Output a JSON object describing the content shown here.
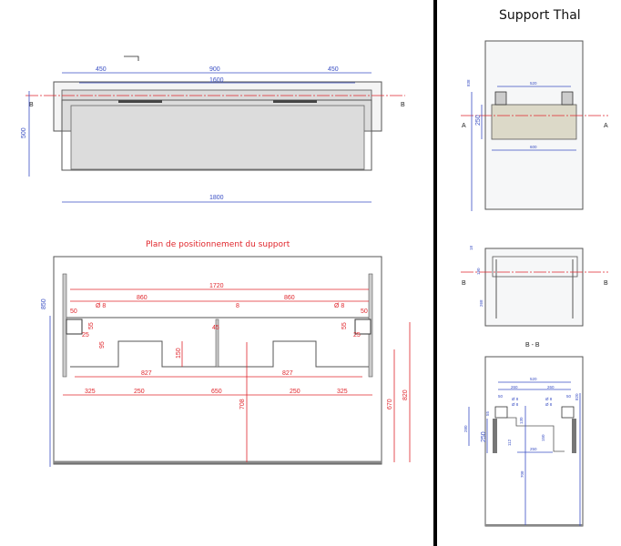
{
  "divider_color": "#000000",
  "colors": {
    "dimension_blue": "#3a4fc4",
    "dimension_red": "#e0262c",
    "panel_gray": "#dcdcdc",
    "wall": "#f6f7f8",
    "bar_beige": "#dcd9c8"
  },
  "top_view": {
    "dims": {
      "left_span": "450",
      "center_span": "900",
      "right_span": "450",
      "inner_width": "1600",
      "overall_width": "1800",
      "depth": "500"
    },
    "section_mark": "B"
  },
  "positioning_plan": {
    "title": "Plan de positionnement du support",
    "dims": {
      "total_support_span": "1720",
      "half_span_left": "860",
      "half_span_right": "860",
      "hole_dia_left": "Ø 8",
      "hole_dia_right": "Ø 8",
      "center_hole": "8",
      "offset_left": "50",
      "offset_right": "50",
      "bracket_h_left": "55",
      "bracket_h_right": "55",
      "bracket_w_left": "25",
      "bracket_w_right": "25",
      "center_offset": "45",
      "lower_hole": "95",
      "cutout_h": "150",
      "bowl_left": "827",
      "bowl_right": "827",
      "seg1": "325",
      "seg2": "250",
      "seg3": "650",
      "seg4": "250",
      "seg5": "325",
      "floor_to_center": "708",
      "floor_to_bottom": "670",
      "floor_to_top": "820",
      "floor_height": "850"
    }
  },
  "support_thal": {
    "title": "Support Thal",
    "front": {
      "bracket_span": "520",
      "height": "250",
      "width": "600",
      "top_height": "838",
      "section_mark": "A"
    },
    "section": {
      "label": "B - B",
      "thickness": "18",
      "mid": "190",
      "low": "268",
      "section_mark": "B"
    },
    "detail": {
      "span": "520",
      "half_left": "260",
      "half_right": "260",
      "off_left": "50",
      "off_right": "50",
      "dia1_left": "Ø 8",
      "dia2_left": "Ø 8",
      "dia1_right": "Ø 8",
      "dia2_right": "Ø 8",
      "small": "55",
      "h1": "280",
      "h2": "250",
      "v1": "130",
      "v2": "112",
      "v3": "150",
      "cut_w": "250",
      "floor": "708",
      "total": "820"
    }
  }
}
